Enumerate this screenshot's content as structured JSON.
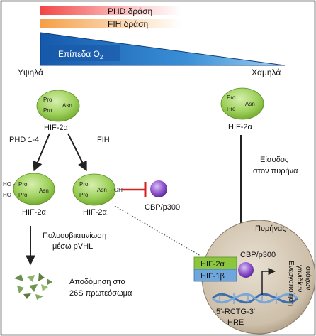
{
  "legend": {
    "phd": "PHD δράση",
    "fih": "FIH δράση"
  },
  "oxygen": {
    "label_main": "Επίπεδα O",
    "label_sub": "2",
    "high": "Υψηλά",
    "low": "Χαμηλά"
  },
  "molecules": {
    "pro": "Pro",
    "asn": "Asn",
    "ho": "HO -",
    "oh": "- OH",
    "name": "HIF-2α"
  },
  "enzymes": {
    "phd": "PHD 1-4",
    "fih": "FIH",
    "cbp": "CBP/p300"
  },
  "process": {
    "ubiq_1": "Πολυουβικιτινίωση",
    "ubiq_2": "μέσω pVHL",
    "degr_1": "Αποδόμηση στο",
    "degr_2": "26S πρωτεόσωμα",
    "entry_1": "Είσοδος",
    "entry_2": "στον πυρήνα"
  },
  "nucleus": {
    "title": "Πυρήνας",
    "hif2a": "HIF-2α",
    "hif1b": "HIF-1β",
    "cbp": "CBP/p300",
    "motif": "5'-RCTG-3'",
    "hre": "HRE",
    "target_1": "Ενεργοποίηση",
    "target_2": "γονιδίων",
    "target_3": "στόχων"
  },
  "colors": {
    "phd_bar": "#f26a6a",
    "fih_bar": "#f7b36b",
    "oxygen": "#1f6fc0",
    "hif_green": "#8cc63f",
    "cbp_purple": "#8e56c5",
    "nucleus": "#d7cbb8",
    "inhibit_red": "#d42020"
  }
}
